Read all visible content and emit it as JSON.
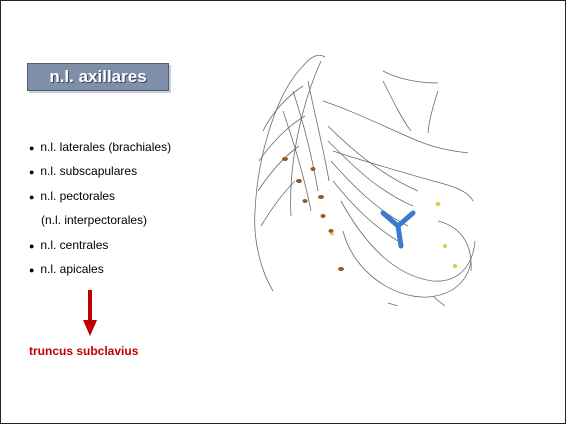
{
  "slide": {
    "title": "n.l. axillares",
    "items": [
      {
        "bullet": "●",
        "text": "n.l. laterales (brachiales)"
      },
      {
        "bullet": "●",
        "text": "n.l. subscapulares"
      },
      {
        "bullet": "●",
        "text": "n.l. pectorales"
      },
      {
        "bullet": "",
        "text": "(n.l. interpectorales)"
      },
      {
        "bullet": "●",
        "text": "n.l. centrales"
      },
      {
        "bullet": "●",
        "text": "n.l. apicales"
      }
    ],
    "arrow_icon": "arrow-down-icon",
    "result": "truncus subclavius"
  },
  "colors": {
    "title_bg": "#7f8fa9",
    "accent_red": "#c00000",
    "vein_blue": "#3a7ad0",
    "node_brown": "#8a5a2a",
    "node_yellow": "#e3c84a"
  }
}
